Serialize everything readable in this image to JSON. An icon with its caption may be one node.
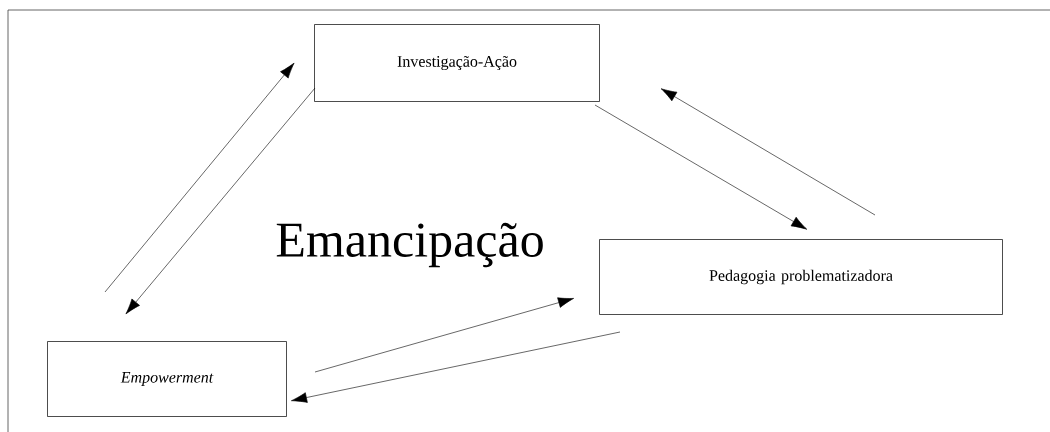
{
  "diagram": {
    "nodes": [
      {
        "text": [
          "Investigação-Ação"
        ]
      },
      {
        "text": [
          "Pedagogia problematizadora"
        ]
      },
      {
        "text": [
          "Empowerment"
        ]
      }
    ],
    "edges": [
      {
        "from": 2,
        "to": 0,
        "arrow": "to"
      },
      {
        "from": 0,
        "to": 2,
        "arrow": "to"
      },
      {
        "from": 0,
        "to": 1,
        "arrow": "to"
      },
      {
        "from": 1,
        "to": 0,
        "arrow": "to"
      },
      {
        "from": 2,
        "to": 1,
        "arrow": "to"
      },
      {
        "from": 1,
        "to": 2,
        "arrow": "to"
      }
    ],
    "labels": [
      "Emancipação"
    ]
  }
}
